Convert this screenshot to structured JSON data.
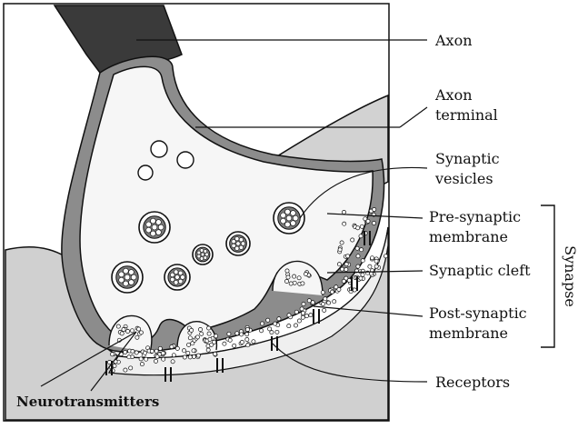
{
  "labels": {
    "axon": "Axon",
    "axon_terminal_1": "Axon",
    "axon_terminal_2": "terminal",
    "synaptic_vesicles_1": "Synaptic",
    "synaptic_vesicles_2": "vesicles",
    "pre_synaptic_1": "Pre-synaptic",
    "pre_synaptic_2": "membrane",
    "synaptic_cleft": "Synaptic cleft",
    "post_synaptic_1": "Post-synaptic",
    "post_synaptic_2": "membrane",
    "receptors": "Receptors",
    "neurotransmitters": "Neurotransmitters",
    "synapse": "Synapse"
  },
  "colors": {
    "ink": "#111111",
    "axon_fill": "#3a3a3a",
    "terminal_fill": "#f5f5f5",
    "sheath_fill": "#8a8a8a",
    "tissue_fill": "#cfcfcf",
    "cleft_fill": "#ececec"
  }
}
